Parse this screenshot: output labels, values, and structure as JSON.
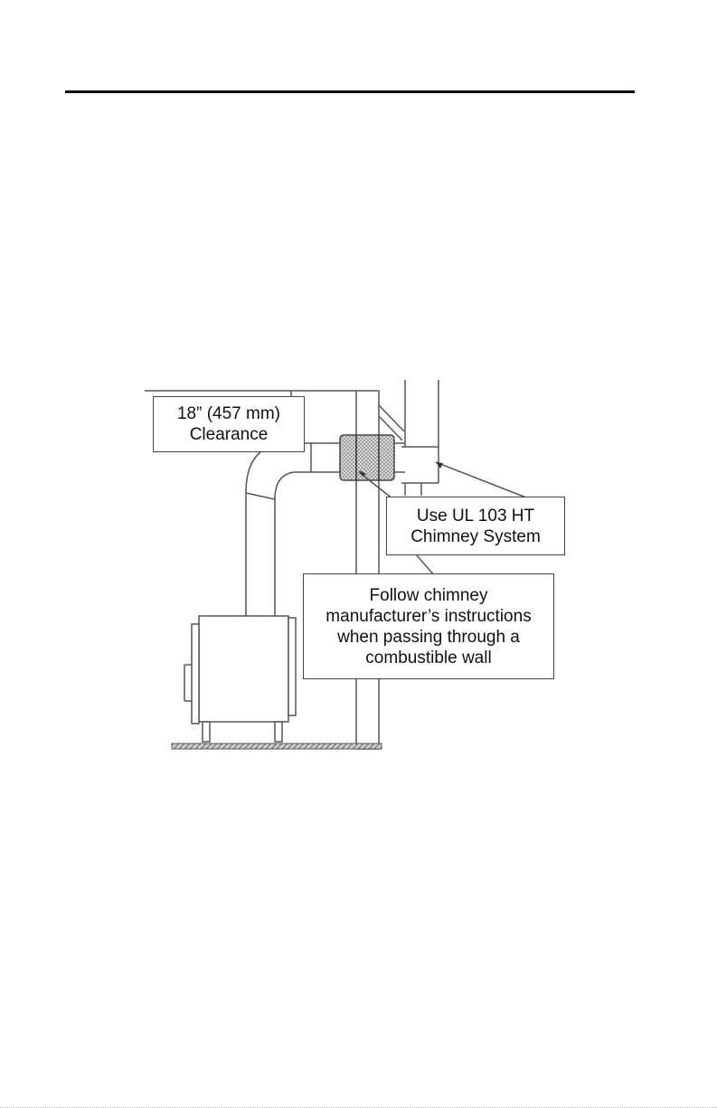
{
  "diagram": {
    "callouts": {
      "clearance": {
        "lines": [
          "18” (457 mm)",
          "Clearance"
        ]
      },
      "chimney_system": {
        "lines": [
          "Use UL 103 HT",
          "Chimney System"
        ]
      },
      "instructions": {
        "lines": [
          "Follow chimney",
          "manufacturer’s instructions",
          "when passing through a",
          "combustible wall"
        ]
      }
    },
    "colors": {
      "line": "#555555",
      "insulation": "#9a9a9a",
      "text": "#111111"
    },
    "icons": [
      "wood-stove-icon",
      "insulated-thimble-icon"
    ]
  }
}
